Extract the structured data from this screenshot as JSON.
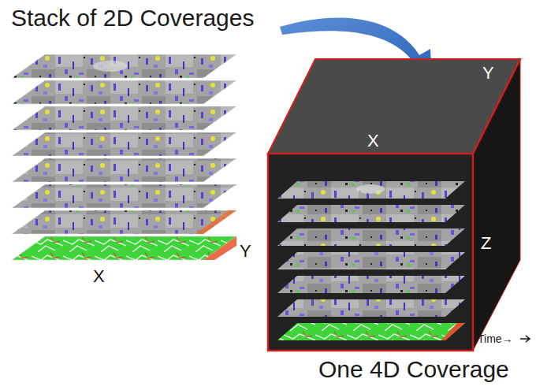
{
  "diagram": {
    "title": "Stack of 2D Coverages",
    "caption": "One 4D Coverage",
    "labels": [
      "X",
      "Y",
      "X",
      "Y",
      "Z",
      "Time→"
    ]
  }
}
